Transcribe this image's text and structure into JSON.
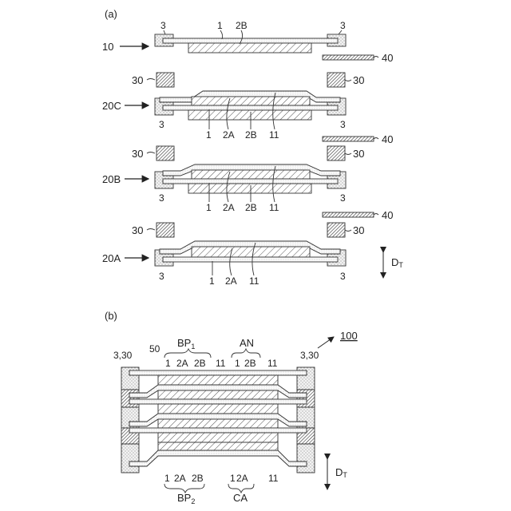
{
  "panel_a": {
    "label": "(a)",
    "rows": [
      {
        "name": "10",
        "labels_top": {
          "left": "3",
          "member": "1",
          "anode": "2B",
          "right": "3"
        },
        "side_plate": "40"
      },
      {
        "name": "20C",
        "blocks": "30",
        "labels_bottom": {
          "left": "3",
          "a": "1",
          "b": "2A",
          "c": "2B",
          "d": "11",
          "right": "3"
        },
        "side_plate": "40"
      },
      {
        "name": "20B",
        "blocks": "30",
        "labels_bottom": {
          "left": "3",
          "a": "1",
          "b": "2A",
          "c": "2B",
          "d": "11",
          "right": "3"
        },
        "side_plate": "40"
      },
      {
        "name": "20A",
        "blocks": "30",
        "labels_bottom": {
          "left": "3",
          "a": "1",
          "b": "2A",
          "d": "11",
          "right": "3"
        }
      }
    ],
    "direction": {
      "main": "D",
      "sub": "T"
    }
  },
  "panel_b": {
    "label": "(b)",
    "ref": "100",
    "top_labels": {
      "left_frame": "3,30",
      "right_frame": "3,30",
      "seal": "50",
      "group1": "BP",
      "group1_sub": "1",
      "group2": "AN"
    },
    "top_items_1": [
      "1",
      "2A",
      "2B",
      "11"
    ],
    "top_items_2": [
      "1",
      "2B",
      "11"
    ],
    "bottom_items_1": [
      "1",
      "2A",
      "2B"
    ],
    "bottom_items_2": [
      "1",
      "2A",
      "11"
    ],
    "bottom_groups": {
      "group1": "BP",
      "group1_sub": "2",
      "group2": "CA"
    },
    "direction": {
      "main": "D",
      "sub": "T"
    }
  }
}
